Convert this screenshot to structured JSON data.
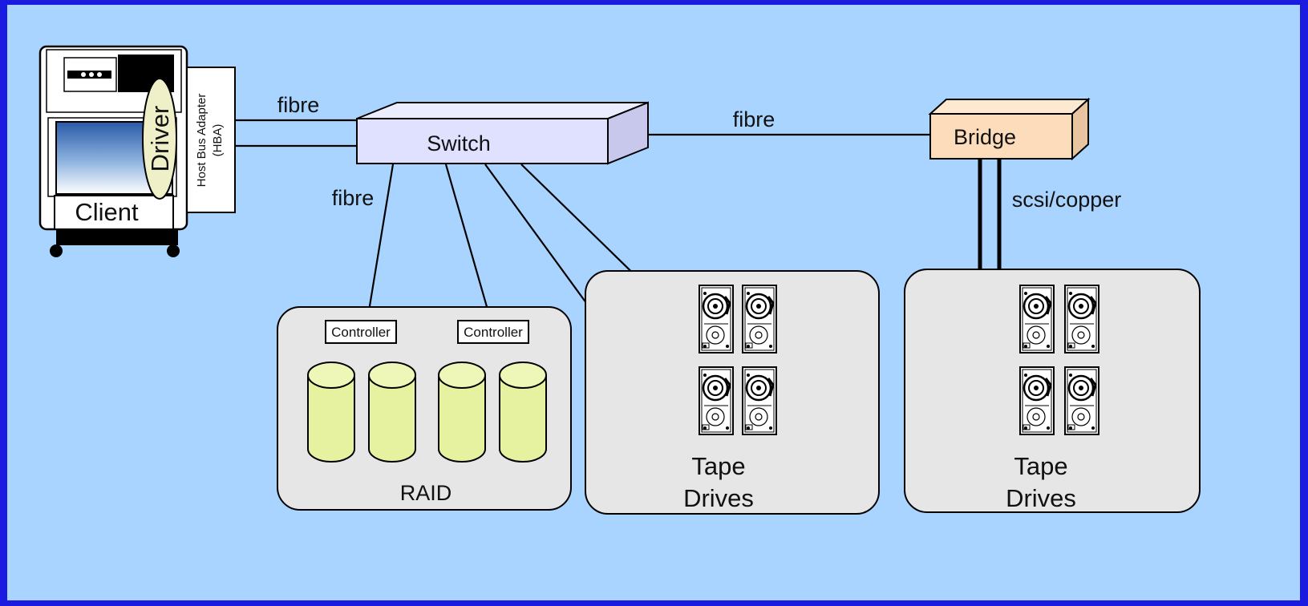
{
  "colors": {
    "frame": "#1a1ae0",
    "background": "#a8d4ff",
    "group_fill": "#e6e6e6",
    "switch_fill": "#e0e0ff",
    "bridge_fill": "#fddcbc",
    "disk_fill": "#e6f2a0",
    "driver_fill": "#f0f0c8"
  },
  "client": {
    "label": "Client",
    "driver_label": "Driver",
    "hba_line1": "Host Bus Adapter",
    "hba_line2": "(HBA)"
  },
  "switch": {
    "label": "Switch"
  },
  "bridge": {
    "label": "Bridge"
  },
  "links": {
    "client_switch": "fibre",
    "switch_bridge": "fibre",
    "switch_raid": "fibre",
    "bridge_tapes": "scsi/copper"
  },
  "raid": {
    "label": "RAID",
    "controllers": [
      "Controller",
      "Controller"
    ]
  },
  "tape_group_1": {
    "line1": "Tape",
    "line2": "Drives"
  },
  "tape_group_2": {
    "line1": "Tape",
    "line2": "Drives"
  }
}
